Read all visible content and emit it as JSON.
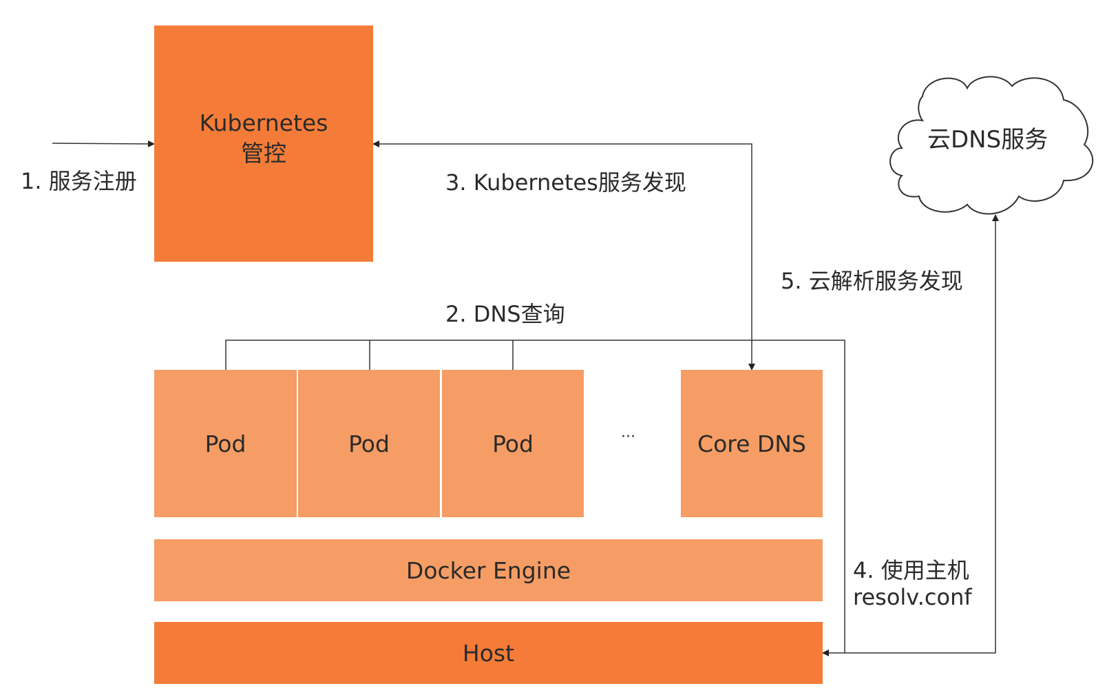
{
  "colors": {
    "dark_orange": "#f47c38",
    "light_orange": "#f59d64",
    "line": "#333333"
  },
  "nodes": {
    "k8s_title": "Kubernetes",
    "k8s_sub": "管控",
    "pods": [
      "Pod",
      "Pod",
      "Pod"
    ],
    "ellipsis": "···",
    "coredns": "Core DNS",
    "docker": "Docker Engine",
    "host": "Host",
    "cloud": "云DNS服务"
  },
  "edges": {
    "step1": "1. 服务注册",
    "step2": "2. DNS查询",
    "step3": "3. Kubernetes服务发现",
    "step4_line1": "4. 使用主机",
    "step4_line2": "resolv.conf",
    "step5": "5. 云解析服务发现"
  }
}
